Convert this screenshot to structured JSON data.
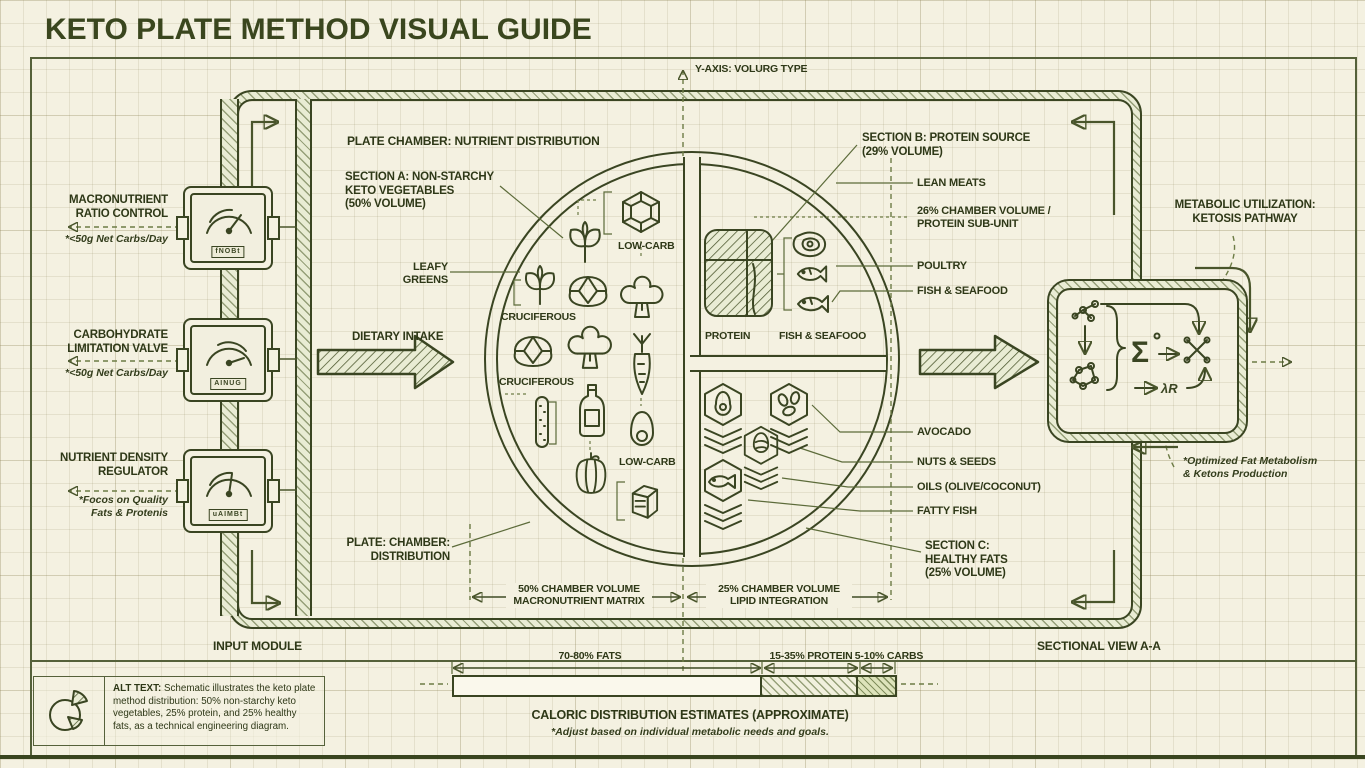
{
  "title": "KETO PLATE METHOD VISUAL GUIDE",
  "axis": {
    "y_label": "Y-AXIS: VOLURG TYPE"
  },
  "modules": {
    "flow_arrow_label": "DIETARY INTAKE",
    "footer": "INPUT MODULE",
    "items": [
      {
        "label": "MACRONUTRIENT\nRATIO CONTROL",
        "note": "*<50g Net Carbs/Day",
        "gauge_tag": "fNOBt"
      },
      {
        "label": "CARBOHYDRATE\nLIMITATION VALVE",
        "note": "*<50g Net Carbs/Day",
        "gauge_tag": "AINUG"
      },
      {
        "label": "NUTRIENT DENSITY\nREGULATOR",
        "note": "*Focos on Quality\nFats & Protenis",
        "gauge_tag": "uAIMBt"
      }
    ]
  },
  "plate": {
    "chamber_title": "PLATE CHAMBER: NUTRIENT DISTRIBUTION",
    "section_a_title": "SECTION A: NON-STARCHY\nKETO VEGETABLES\n(50% VOLUME)",
    "labels": {
      "leafy_greens": "LEAFY\nGREENS",
      "low_carb_top": "LOW-CARB",
      "cruciferous_1": "CRUCIFEROUS",
      "cruciferous_2": "CRUCIFEROUS",
      "low_carb_bottom": "LOW-CARB",
      "protein": "PROTEIN",
      "fish_seafood_inner": "FISH & SEAFOOO"
    },
    "distribution_label": "PLATE: CHAMBER:\nDISTRIBUTION"
  },
  "section_b": {
    "title": "SECTION B: PROTEIN SOURCE\n(29% VOLUME)",
    "callouts": [
      "LEAN MEATS",
      "26% CHAMBER VOLUME /\nPROTEIN SUB-UNIT",
      "POULTRY",
      "FISH & SEAFOOD"
    ]
  },
  "section_c": {
    "title": "SECTION C:\nHEALTHY FATS\n(25% VOLUME)",
    "callouts": [
      "AVOCADO",
      "NUTS & SEEDS",
      "OILS (OLIVE/COCONUT)",
      "FATTY FISH"
    ]
  },
  "dimensions": {
    "dim_a": "50% CHAMBER VOLUME\nMACRONUTRIENT MATRIX",
    "dim_b": "25% CHAMBER VOLUME\nLIPID INTEGRATION"
  },
  "metabolic": {
    "title": "METABOLIC UTILIZATION:\nKETOSIS PATHWAY",
    "note": "*Optimized Fat Metabolism\n& Ketons Production",
    "sigma": "Σ",
    "lambda": "λR",
    "footer": "SECTIONAL VIEW A-A"
  },
  "caloric": {
    "segments": [
      {
        "label": "70-80% FATS",
        "value_pct": 70
      },
      {
        "label": "15-35% PROTEIN",
        "value_pct": 22
      },
      {
        "label": "5-10% CARBS",
        "value_pct": 8
      }
    ],
    "title": "CALORIC DISTRIBUTION ESTIMATES (APPROXIMATE)",
    "note": "*Adjust based on individual metabolic needs and goals."
  },
  "alt_box": {
    "label": "ALT TEXT:",
    "body": " Schematic illustrates the keto plate method distribution: 50% non-starchy keto vegetables, 25% protein, and 25% healthy fats, as a technical engineering diagram."
  },
  "colors": {
    "ink": "#3a4522",
    "paper": "#f4f1e1",
    "hatch_fill": "#e9ecd4",
    "accent": "#6d7c46"
  }
}
